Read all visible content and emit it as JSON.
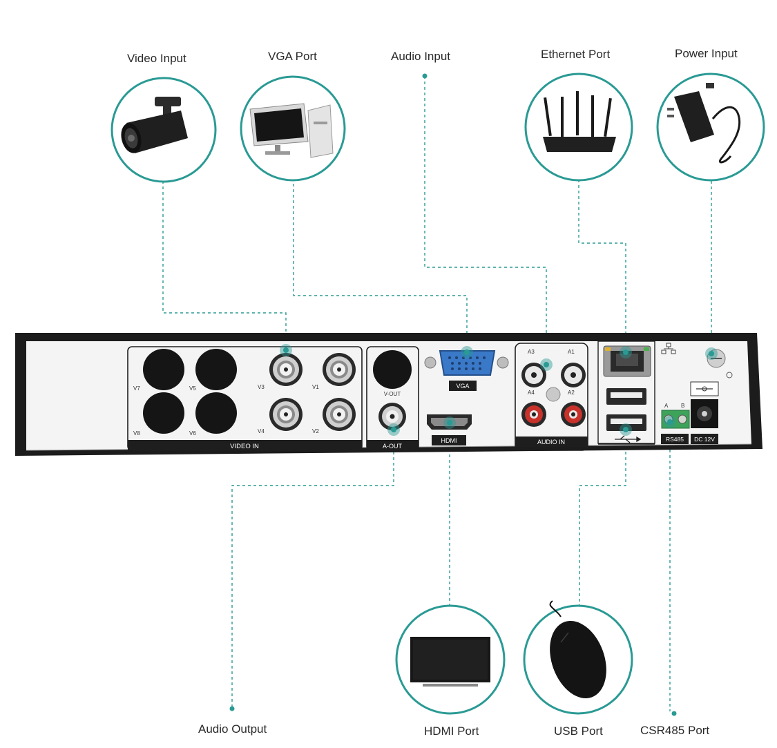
{
  "callouts": {
    "video_input": "Video Input",
    "vga_port": "VGA Port",
    "audio_input": "Audio Input",
    "ethernet_port": "Ethernet Port",
    "power_input": "Power Input",
    "audio_output": "Audio Output",
    "hdmi_port": "HDMI Port",
    "usb_port": "USB Port",
    "csr485_port": "CSR485 Port"
  },
  "panel": {
    "video_in_label": "VIDEO IN",
    "a_out_label": "A-OUT",
    "vga_label": "VGA",
    "hdmi_label": "HDMI",
    "audio_in_label": "AUDIO IN",
    "rs485_label": "RS485",
    "dc_label": "DC 12V",
    "vout_label": "V-OUT",
    "rs485_a": "A",
    "rs485_b": "B",
    "channels": {
      "v7": "V7",
      "v5": "V5",
      "v8": "V8",
      "v6": "V6",
      "v3": "V3",
      "v1": "V1",
      "v4": "V4",
      "v2": "V2"
    },
    "audio_channels": {
      "a3": "A3",
      "a1": "A1",
      "a4": "A4",
      "a2": "A2"
    }
  },
  "colors": {
    "accent": "#2a9a94",
    "chassis": "#1c1c1c",
    "panel_face": "#f4f4f4",
    "label_bar": "#1e1e1e",
    "rca_red": "#c8322a"
  },
  "icons": {
    "video_input": "bullet-camera-icon",
    "vga_port": "computer-monitor-icon",
    "ethernet_port": "wifi-router-icon",
    "power_input": "power-adapter-icon",
    "hdmi_port": "tv-icon",
    "usb_port": "mouse-icon"
  }
}
